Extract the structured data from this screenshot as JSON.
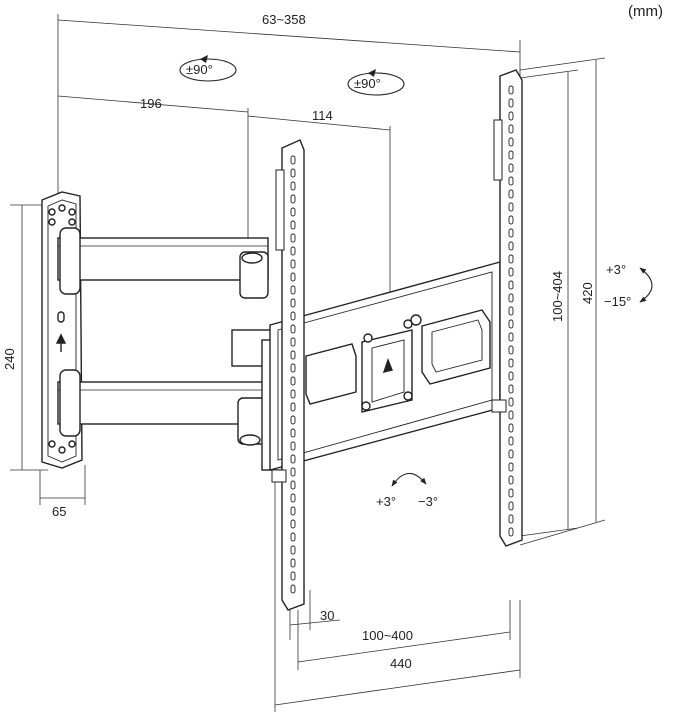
{
  "units": "(mm)",
  "dimensions": {
    "extension_range": "63~358",
    "arm_length": "196",
    "bracket_offset": "114",
    "wall_plate_height": "240",
    "wall_plate_depth": "65",
    "vesa_vertical_range": "100~404",
    "overall_height": "420",
    "vesa_horizontal_range": "100~400",
    "overall_width": "440",
    "rail_offset": "30"
  },
  "rotations": {
    "swivel_left": "±90°",
    "swivel_right": "±90°",
    "tilt_up": "+3°",
    "tilt_down": "−15°",
    "level_cw": "+3°",
    "level_ccw": "−3°"
  }
}
